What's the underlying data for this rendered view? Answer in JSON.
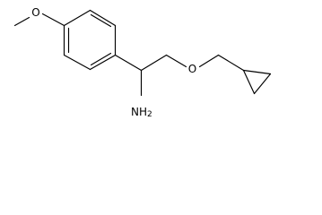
{
  "molecule": {
    "atom_labels": {
      "methoxy_oxygen": "O",
      "ether_oxygen": "O",
      "amine": "NH",
      "amine_subscript": "2"
    }
  }
}
